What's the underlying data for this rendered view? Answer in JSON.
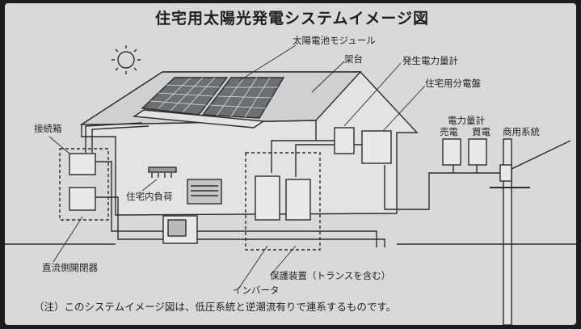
{
  "title": "住宅用太陽光発電システムイメージ図",
  "labels": {
    "solar_module": "太陽電池モジュール",
    "mounting_rack": "架台",
    "generation_meter": "発生電力量計",
    "distribution_board": "住宅用分電盤",
    "junction_box": "接続箱",
    "power_meter": "電力量計",
    "selling": "売電",
    "buying": "買電",
    "grid": "商用系統",
    "house_load": "住宅内負荷",
    "dc_breaker": "直流側開閉器",
    "protection": "保護装置（トランスを含む）",
    "inverter": "インバータ"
  },
  "footnote": "（注）このシステムイメージ図は、低圧系統と逆潮流有りで連系するものです。",
  "colors": {
    "background": "#d8d9d8",
    "line": "#2b2c2e",
    "panel": "#6b6f73"
  }
}
